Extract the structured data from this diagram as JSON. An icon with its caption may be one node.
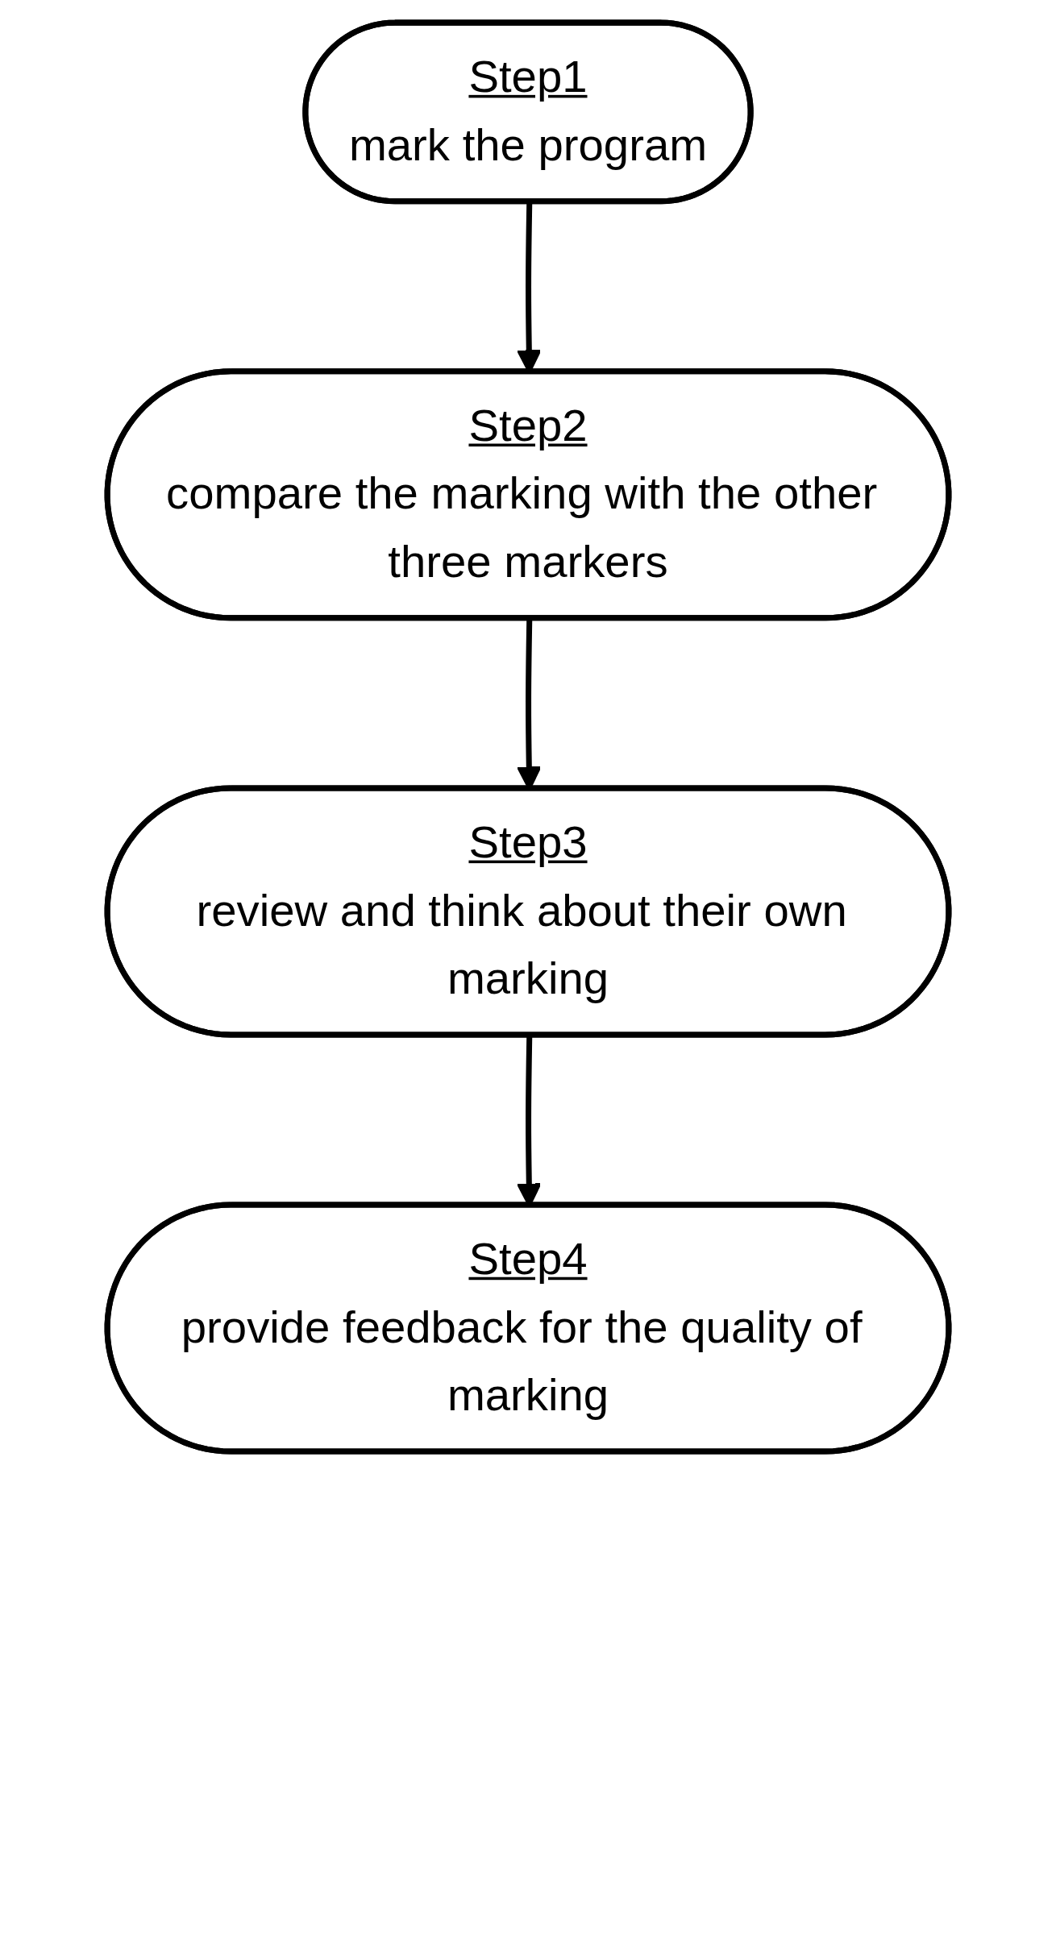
{
  "diagram": {
    "nodes": [
      {
        "text": [
          "Step1",
          "mark the program"
        ]
      },
      {
        "text": [
          "Step2",
          "compare the marking with the other three markers"
        ]
      },
      {
        "text": [
          "Step3",
          "review and think about their own marking"
        ]
      },
      {
        "text": [
          "Step4",
          "provide feedback for the quality of marking"
        ]
      }
    ],
    "edges": [
      {
        "from": 0,
        "to": 1,
        "arrow": "to"
      },
      {
        "from": 1,
        "to": 2,
        "arrow": "to"
      },
      {
        "from": 2,
        "to": 3,
        "arrow": "to"
      }
    ]
  }
}
